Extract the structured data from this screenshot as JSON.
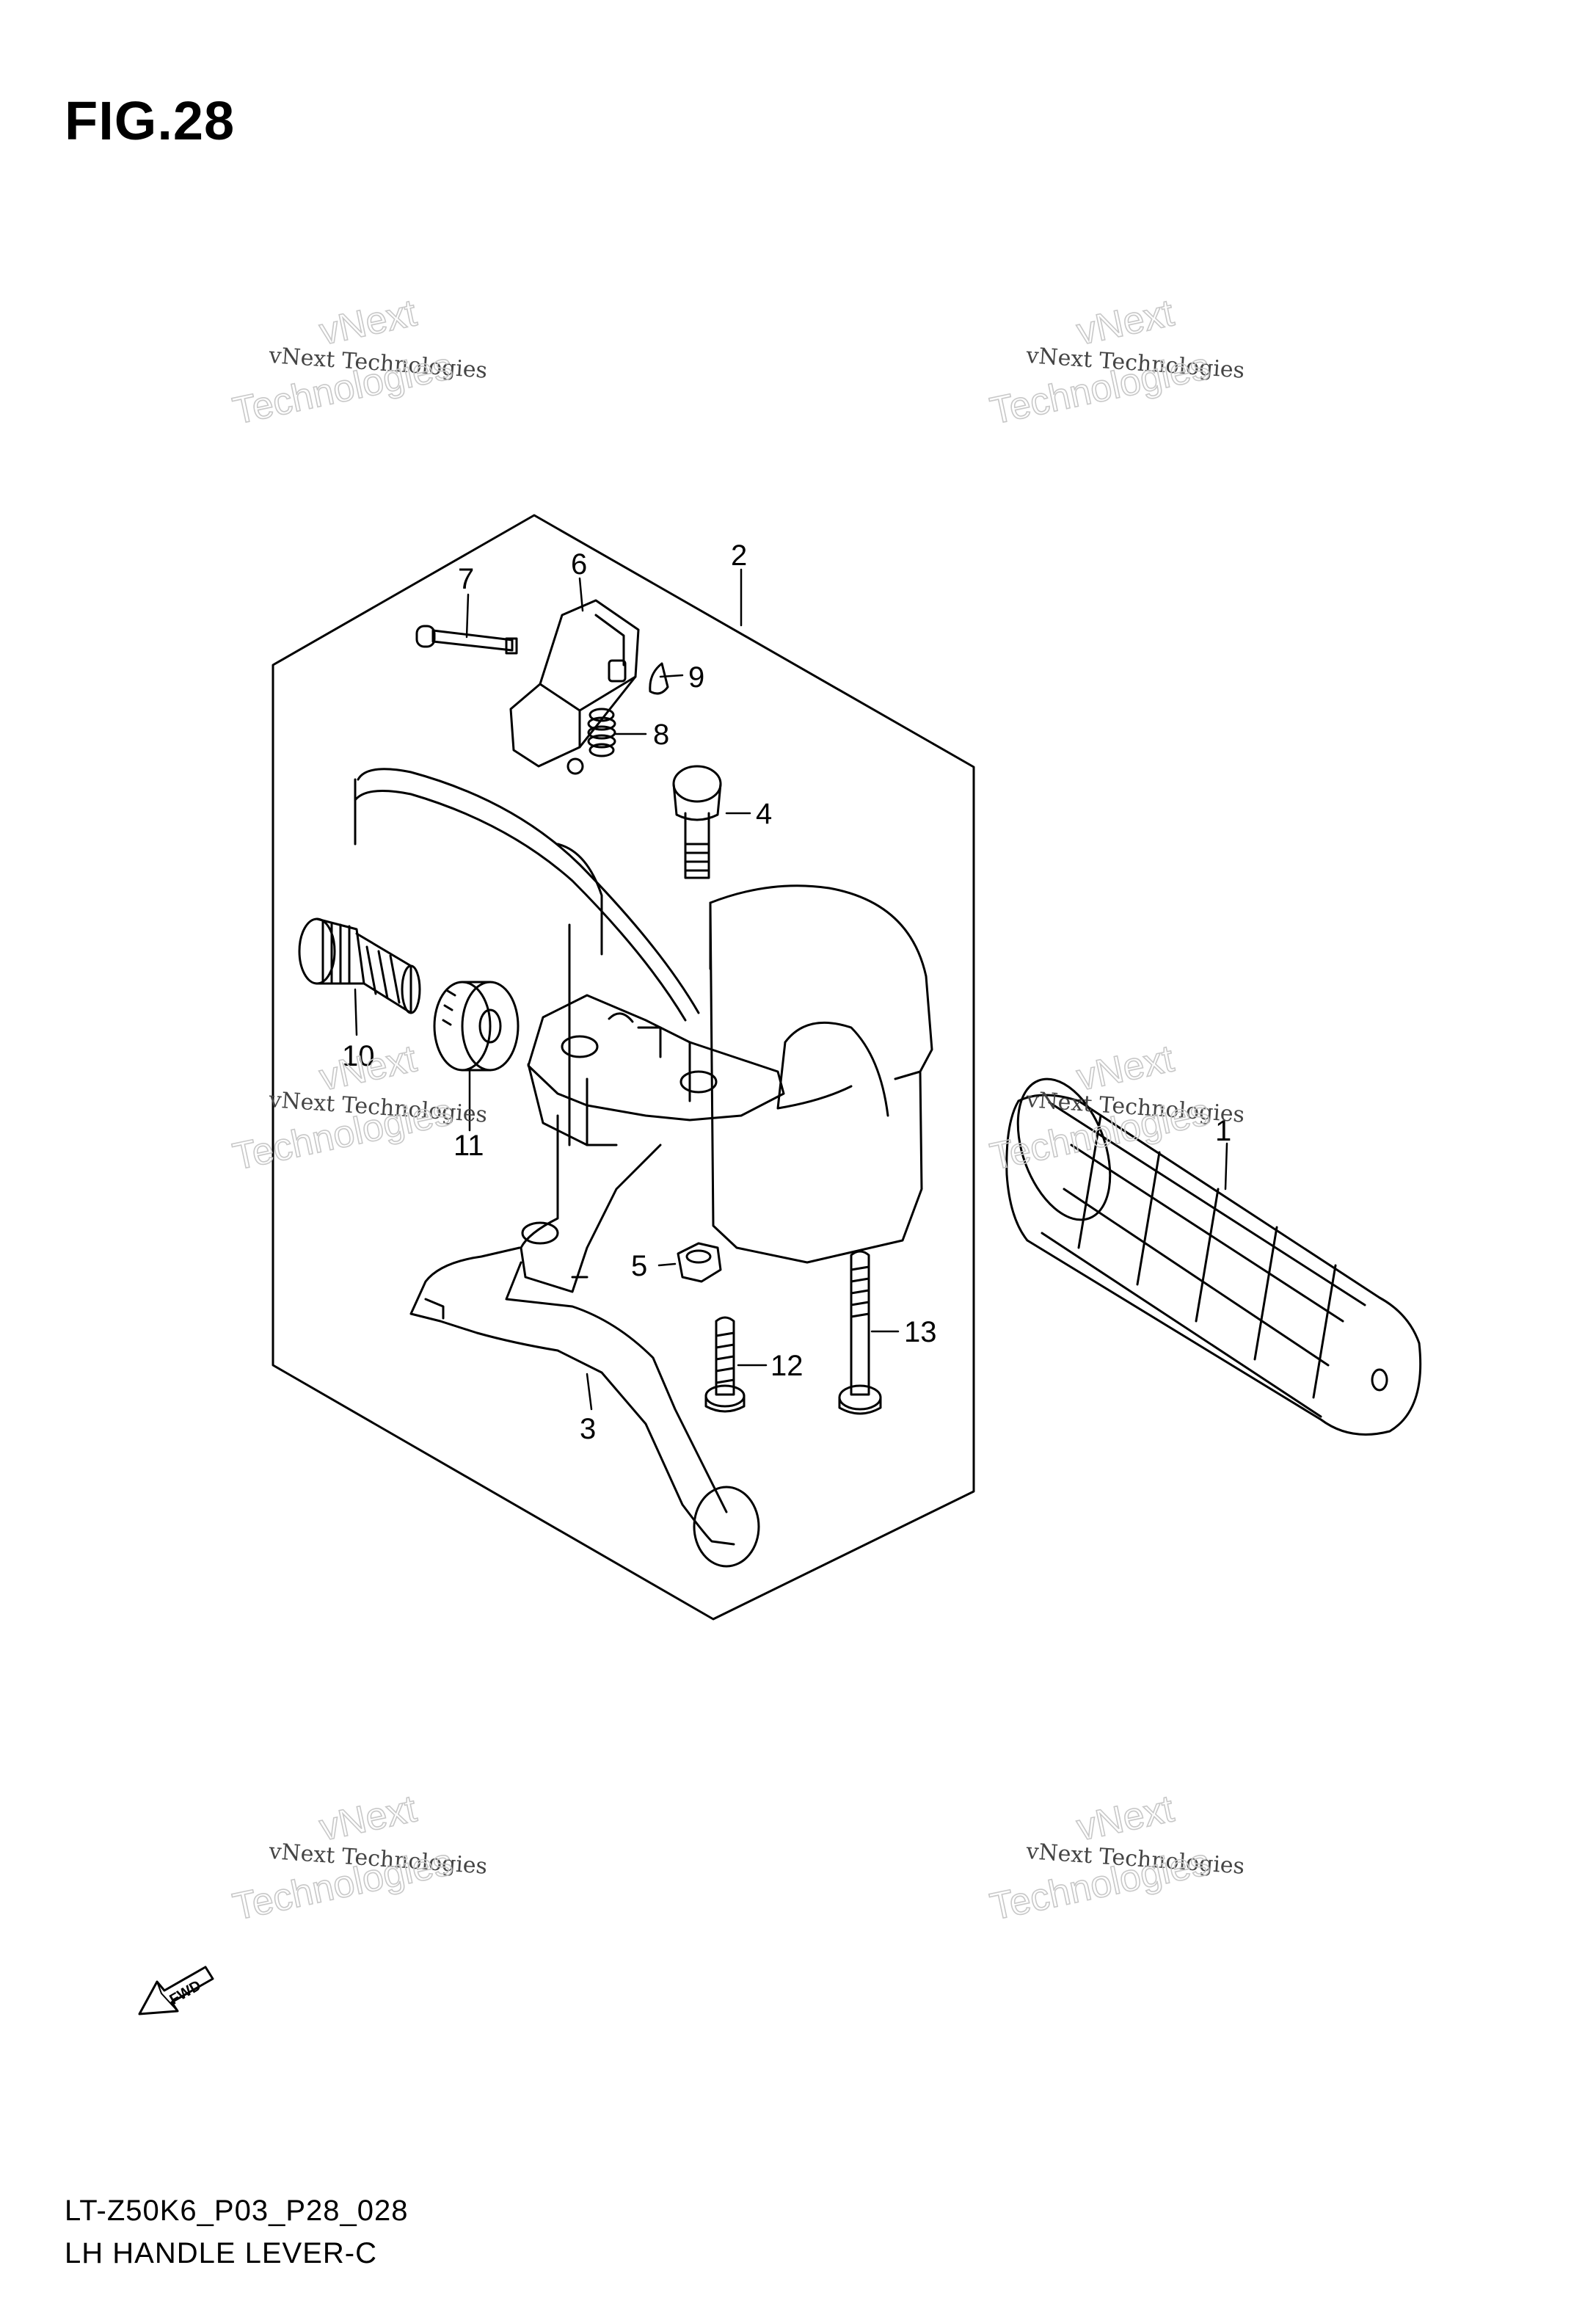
{
  "figure": {
    "title": "FIG.28",
    "model_code": "LT-Z50K6_P03_P28_028",
    "caption": "LH HANDLE LEVER-C"
  },
  "callouts": {
    "c1": "1",
    "c2": "2",
    "c3": "3",
    "c4": "4",
    "c5": "5",
    "c6": "6",
    "c7": "7",
    "c8": "8",
    "c9": "9",
    "c10": "10",
    "c11": "11",
    "c12": "12",
    "c13": "13"
  },
  "fwd_label": "FWD",
  "watermarks": [
    {
      "line1": "vNext Technologies",
      "line2": "vNext",
      "line3": "Technologies"
    },
    {
      "line1": "vNext Technologies",
      "line2": "vNext",
      "line3": "Technologies"
    },
    {
      "line1": "vNext Technologies",
      "line2": "vNext",
      "line3": "Technologies"
    },
    {
      "line1": "vNext Technologies",
      "line2": "vNext",
      "line3": "Technologies"
    },
    {
      "line1": "vNext Technologies",
      "line2": "vNext",
      "line3": "Technologies"
    },
    {
      "line1": "vNext Technologies",
      "line2": "vNext",
      "line3": "Technologies"
    }
  ]
}
